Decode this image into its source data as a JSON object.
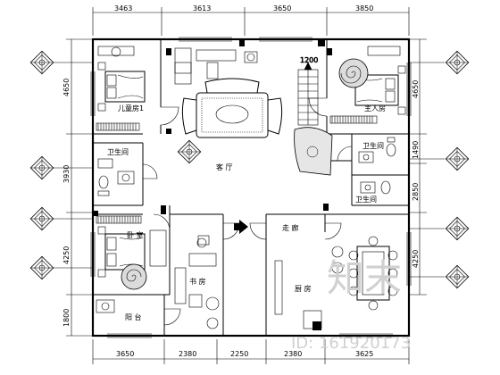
{
  "dimensions": {
    "top": [
      "3463",
      "3613",
      "3650",
      "3850"
    ],
    "bottom": [
      "3650",
      "2380",
      "2250",
      "2380",
      "3625"
    ],
    "left": [
      "4650",
      "3930",
      "4250",
      "1800"
    ],
    "right": [
      "4650",
      "1490",
      "2850",
      "4250"
    ],
    "stair_mark": "1200"
  },
  "rooms": {
    "child_bedroom": "儿童房1",
    "living_room": "客 厅",
    "master_bedroom": "主人房",
    "bathroom_left": "卫生间",
    "bathroom_right": "卫生间",
    "bathroom_right2": "卫生间",
    "bedroom": "卧 室",
    "study": "书 房",
    "corridor": "走 廊",
    "kitchen": "厨 房",
    "balcony": "阳 台"
  },
  "watermark": {
    "brand": "知末",
    "id_text": "ID: 161920173"
  },
  "colors": {
    "line": "#000000",
    "background": "#ffffff",
    "watermark": "#d0d0d0"
  },
  "icons": [
    "sofa-set-icon",
    "bed-icon",
    "dining-table-icon",
    "spiral-rug-icon",
    "staircase-icon",
    "north-arrow-icon",
    "compass-ornament-icon",
    "toilet-icon",
    "desk-icon"
  ]
}
